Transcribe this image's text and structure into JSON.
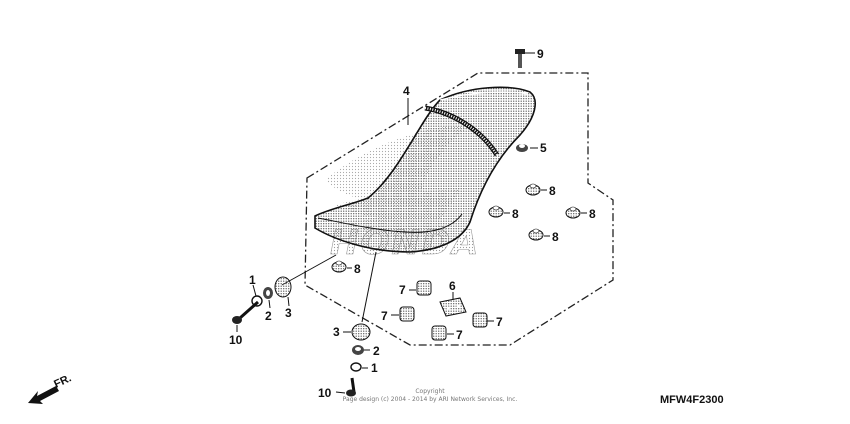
{
  "diagram": {
    "watermark": "HONDA",
    "callouts": [
      {
        "id": "c9",
        "text": "9"
      },
      {
        "id": "c4",
        "text": "4"
      },
      {
        "id": "c5",
        "text": "5"
      },
      {
        "id": "c8a",
        "text": "8"
      },
      {
        "id": "c8b",
        "text": "8"
      },
      {
        "id": "c8c",
        "text": "8"
      },
      {
        "id": "c8d",
        "text": "8"
      },
      {
        "id": "c8e",
        "text": "8"
      },
      {
        "id": "c6",
        "text": "6"
      },
      {
        "id": "c7a",
        "text": "7"
      },
      {
        "id": "c7b",
        "text": "7"
      },
      {
        "id": "c7c",
        "text": "7"
      },
      {
        "id": "c7d",
        "text": "7"
      },
      {
        "id": "c1a",
        "text": "1"
      },
      {
        "id": "c2a",
        "text": "2"
      },
      {
        "id": "c3a",
        "text": "3"
      },
      {
        "id": "c10a",
        "text": "10"
      },
      {
        "id": "c3b",
        "text": "3"
      },
      {
        "id": "c2b",
        "text": "2"
      },
      {
        "id": "c1b",
        "text": "1"
      },
      {
        "id": "c10b",
        "text": "10"
      }
    ],
    "direction_label": "FR.",
    "copyright_line1": "Copyright",
    "copyright_line2": "Page design (c) 2004 - 2014 by ARI Network Services, Inc.",
    "diagram_code": "MFW4F2300"
  }
}
